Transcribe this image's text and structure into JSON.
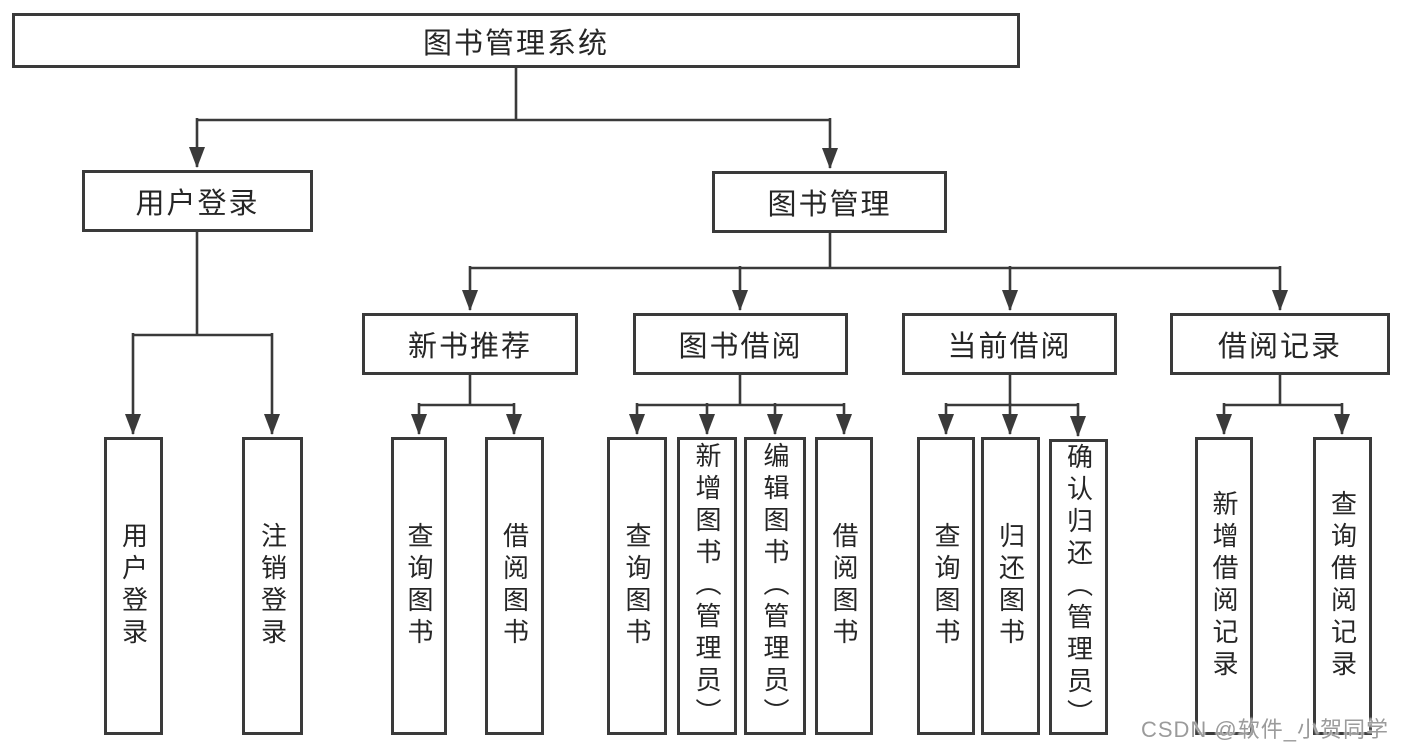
{
  "colors": {
    "line": "#3a3a3a",
    "text": "#262626",
    "bg": "#ffffff",
    "wm": "#9b9b9b"
  },
  "diagram": {
    "root": "图书管理系统",
    "user_login": {
      "label": "用户登录",
      "leaves": [
        "用户登录",
        "注销登录"
      ]
    },
    "book_management": {
      "label": "图书管理",
      "children": [
        {
          "label": "新书推荐",
          "leaves": [
            "查询图书",
            "借阅图书"
          ]
        },
        {
          "label": "图书借阅",
          "leaves": [
            "查询图书",
            "新增图书（管理员）",
            "编辑图书（管理员）",
            "借阅图书"
          ]
        },
        {
          "label": "当前借阅",
          "leaves": [
            "查询图书",
            "归还图书",
            "确认归还（管理员）"
          ]
        },
        {
          "label": "借阅记录",
          "leaves": [
            "新增借阅记录",
            "查询借阅记录"
          ]
        }
      ]
    }
  },
  "watermark": {
    "text": "CSDN @软件_小贺同学"
  }
}
